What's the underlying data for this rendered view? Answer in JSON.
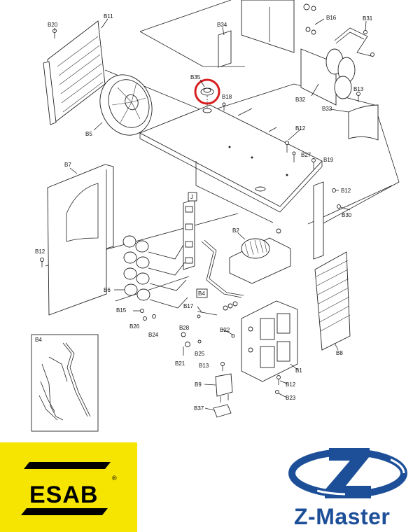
{
  "labels": {
    "b20": "B20",
    "b11": "B11",
    "b34": "B34",
    "b16": "B16",
    "b31": "B31",
    "b35": "B35",
    "b18": "B18",
    "b13a": "B13",
    "b32": "B32",
    "b33": "B33",
    "b5": "B5",
    "b12a": "B12",
    "b27": "B27",
    "b19": "B19",
    "b7": "B7",
    "b12b": "B12",
    "b30": "B30",
    "j": "J",
    "b2": "B2",
    "b12c": "B12",
    "b6": "B6",
    "b4a": "B4",
    "b17": "B17",
    "b15": "B15",
    "b26": "B26",
    "b24": "B24",
    "b28": "B28",
    "b22": "B22",
    "b25": "B25",
    "b8": "B8",
    "b4b": "B4",
    "b21": "B21",
    "b13b": "B13",
    "b1": "B1",
    "b9": "B9",
    "b12d": "B12",
    "b23": "B23",
    "b37": "B37"
  },
  "highlight": {
    "part": "B35",
    "color": "#d81e1e"
  },
  "logos": {
    "esab": {
      "text": "ESAB",
      "reg": "®",
      "bg": "#f6e500"
    },
    "zmaster": {
      "text": "Z-Master",
      "color": "#1d4f99"
    }
  }
}
